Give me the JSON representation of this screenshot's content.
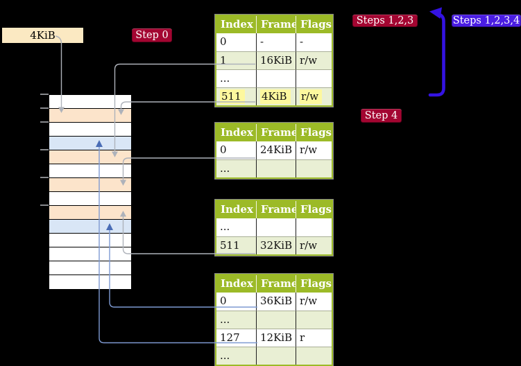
{
  "colors": {
    "background": "#000000",
    "table_header_green": "#9cba27",
    "table_row_green": "#e9efd4",
    "highlight_yellow": "#fdf89e",
    "badge_red": "#a30531",
    "badge_blue": "#4a1de2",
    "thick_arrow_blue": "#3413e3",
    "connector_gray": "#aeb2ba",
    "connector_blue": "#7e9ad2",
    "connector_blue_head": "#4a6db6",
    "frame_peach": "#fce4cb",
    "frame_blue": "#d9e6f6",
    "label_box_beige": "#fbe9c2"
  },
  "labels": {
    "frame_size_box": "4KiB",
    "step0_badge": "Step 0",
    "steps123_badge": "Steps 1,2,3",
    "steps1234_badge": "Steps 1,2,3,4",
    "step4_badge": "Step 4"
  },
  "memory_column": {
    "rows": [
      "white",
      "peach",
      "white",
      "blue",
      "peach",
      "white",
      "peach",
      "white",
      "peach",
      "blue",
      "white",
      "white",
      "white",
      "white"
    ]
  },
  "tables": {
    "headers": [
      "Index",
      "Frame",
      "Flags"
    ],
    "t1": {
      "rows": [
        [
          "0",
          "-",
          "-"
        ],
        [
          "1",
          "16KiB",
          "r/w"
        ],
        [
          "...",
          "",
          ""
        ],
        [
          "511",
          "4KiB",
          "r/w"
        ]
      ],
      "highlight_row": 3
    },
    "t2": {
      "rows": [
        [
          "0",
          "24KiB",
          "r/w"
        ],
        [
          "...",
          "",
          ""
        ]
      ]
    },
    "t3": {
      "rows": [
        [
          "...",
          "",
          ""
        ],
        [
          "511",
          "32KiB",
          "r/w"
        ]
      ]
    },
    "t4": {
      "rows": [
        [
          "0",
          "36KiB",
          "r/w"
        ],
        [
          "...",
          "",
          ""
        ],
        [
          "127",
          "12KiB",
          "r"
        ],
        [
          "...",
          "",
          ""
        ]
      ]
    }
  },
  "arrows": [
    {
      "name": "arrow-4kib-label-to-frame",
      "from": "4KiB label box",
      "to": "memory frame row 2"
    },
    {
      "name": "arrow-t1-entry-1-to-frame",
      "from": "table1 entry 1 (16KiB)",
      "to": "memory frame row 5"
    },
    {
      "name": "arrow-t1-entry-511-to-frame",
      "from": "table1 entry 511 (4KiB)",
      "to": "memory frame row 2"
    },
    {
      "name": "arrow-t2-entry-0-to-frame",
      "from": "table2 entry 0 (24KiB)",
      "to": "memory frame row 7"
    },
    {
      "name": "arrow-t3-entry-511-to-frame",
      "from": "table3 entry 511 (32KiB)",
      "to": "memory frame row 9"
    },
    {
      "name": "arrow-t4-entry-0-to-frame",
      "from": "table4 entry 0 (36KiB)",
      "to": "memory frame row 10"
    },
    {
      "name": "arrow-t4-entry-127-to-frame",
      "from": "table4 entry 127 (12KiB)",
      "to": "memory frame row 4"
    },
    {
      "name": "arrow-recursive-loop",
      "from": "table1 entry 511 row",
      "to": "table1 top"
    }
  ]
}
